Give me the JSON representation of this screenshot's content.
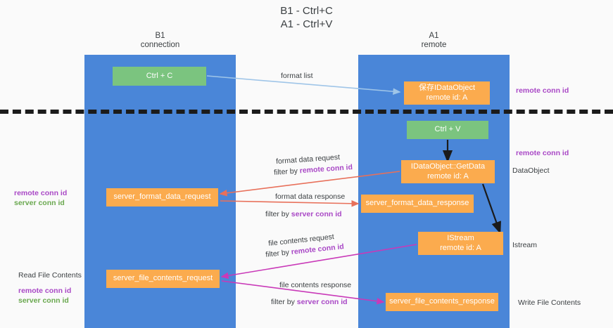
{
  "title": {
    "line1": "B1 - Ctrl+C",
    "line2": "A1 - Ctrl+V"
  },
  "lanes": [
    {
      "id": "b1",
      "name": "B1",
      "role": "connection",
      "color": "#4a86d8"
    },
    {
      "id": "a1",
      "name": "A1",
      "role": "remote",
      "color": "#4a86d8"
    }
  ],
  "boxes": {
    "ctrl_c": {
      "label": "Ctrl + C",
      "color": "#7bc47f"
    },
    "ctrl_v": {
      "label": "Ctrl + V",
      "color": "#7bc47f"
    },
    "idataobject": {
      "line1": "保存IDataObject",
      "line2": "remote id: A",
      "color": "#fbab4e"
    },
    "getdata": {
      "line1": "IDataObject::GetData",
      "line2": "remote id: A",
      "color": "#fbab4e"
    },
    "server_format_data_request": {
      "label": "server_format_data_request",
      "color": "#fbab4e"
    },
    "server_format_data_response": {
      "label": "server_format_data_response",
      "color": "#fbab4e"
    },
    "istream": {
      "line1": "IStream",
      "line2": "remote id: A",
      "color": "#fbab4e"
    },
    "server_file_contents_request": {
      "label": "server_file_contents_request",
      "color": "#fbab4e"
    },
    "server_file_contents_response": {
      "label": "server_file_contents_response",
      "color": "#fbab4e"
    }
  },
  "flow_labels": {
    "format_list": "format list",
    "format_data_request": "format data request",
    "format_data_request_filter_prefix": "filter by ",
    "format_data_request_filter_key": "remote conn id",
    "format_data_response": "format data response",
    "format_data_response_filter_prefix": "filter by ",
    "format_data_response_filter_key": "server conn id",
    "file_contents_request": "file contents request",
    "file_contents_request_filter_prefix": "filter by ",
    "file_contents_request_filter_key": "remote conn id",
    "file_contents_response": "file contents response",
    "file_contents_response_filter_prefix": "filter by ",
    "file_contents_response_filter_key": "server conn id"
  },
  "annotations": {
    "right_remote_conn_id_top": "remote conn id",
    "right_remote_conn_id_mid": "remote conn id",
    "right_dataobject": "DataObject",
    "right_istream": "Istream",
    "right_write_file_contents": "Write File Contents",
    "left_remote_conn_id": "remote conn id",
    "left_server_conn_id": "server conn id",
    "left_read_file_contents": "Read File Contents",
    "left_remote_conn_id_2": "remote conn id",
    "left_server_conn_id_2": "server conn id"
  },
  "colors": {
    "lane": "#4a86d8",
    "green_box": "#7bc47f",
    "orange_box": "#fbab4e",
    "purple_text": "#a948c6",
    "green_text": "#6aa84f",
    "red_arrow": "#e8705a",
    "magenta_arrow": "#c939b8",
    "blue_arrow": "#9fc5e8",
    "black_arrow": "#1b1b1b",
    "background": "#fafafa"
  }
}
